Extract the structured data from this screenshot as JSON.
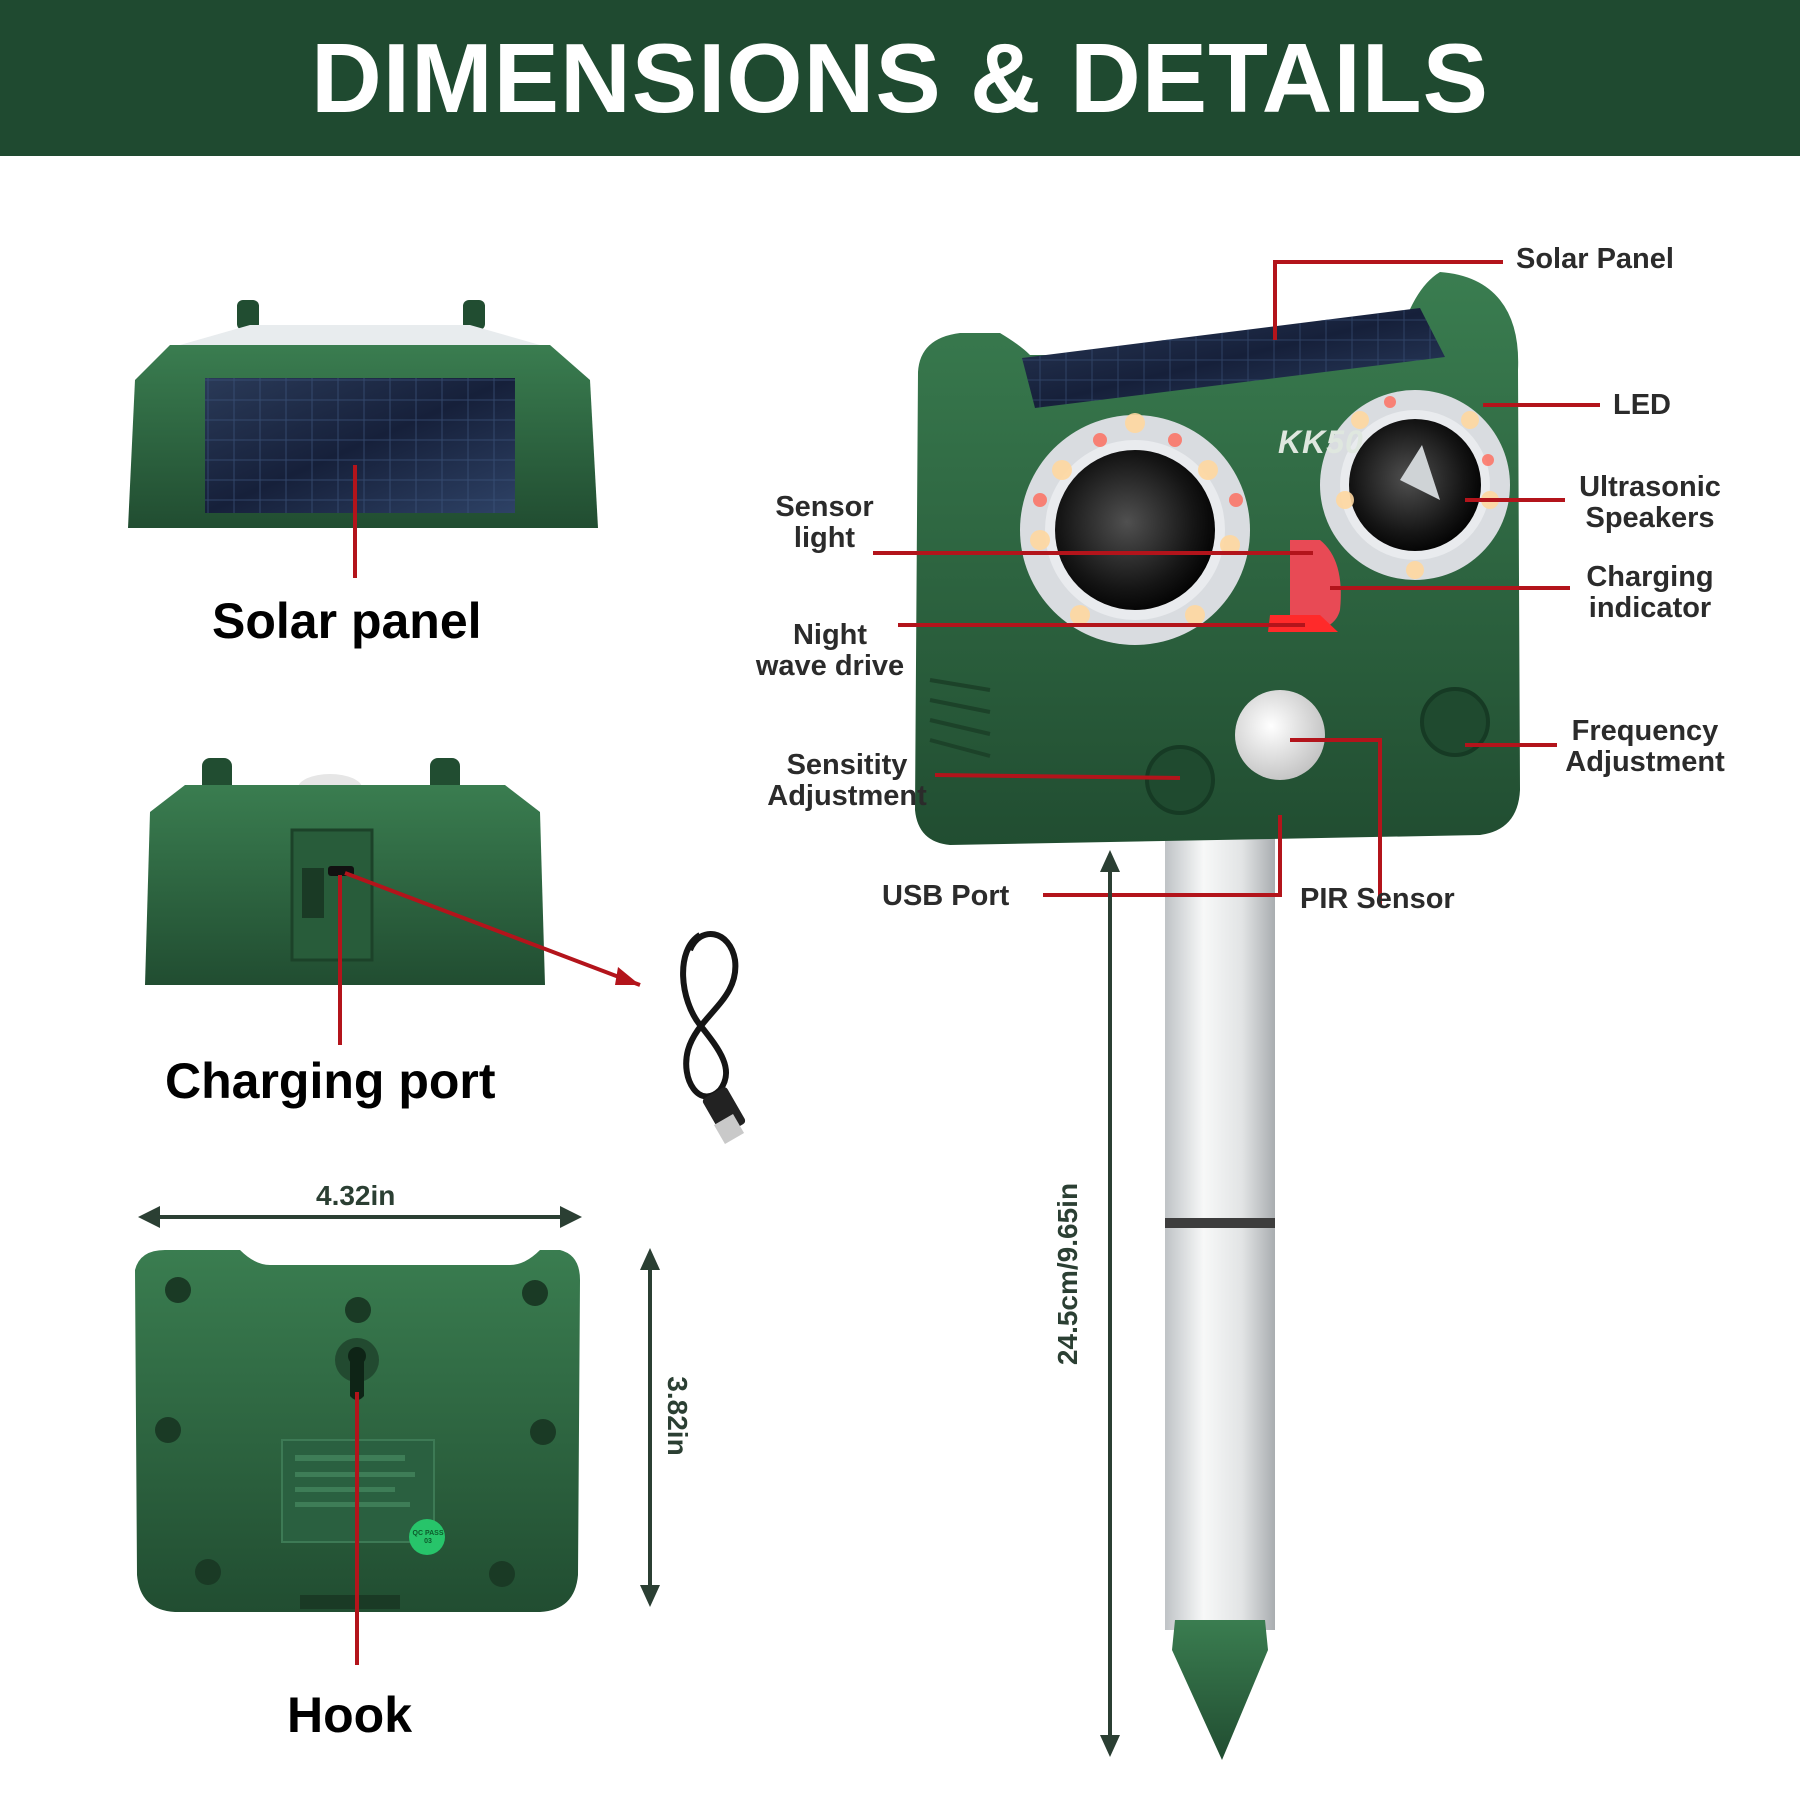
{
  "header": {
    "title": "DIMENSIONS & DETAILS"
  },
  "left_views": {
    "top_label": "Solar panel",
    "back_label": "Charging port",
    "bottom_label": "Hook",
    "width_dim": "4.32in",
    "height_dim": "3.82in",
    "sticker_badge": "QC PASS 03"
  },
  "main_view": {
    "brand": "KK50",
    "height_dim": "24.5cm/9.65in",
    "callouts": {
      "solar_panel": "Solar Panel",
      "led": "LED",
      "ultrasonic_line1": "Ultrasonic",
      "ultrasonic_line2": "Speakers",
      "charging_line1": "Charging",
      "charging_line2": "indicator",
      "frequency_line1": "Frequency",
      "frequency_line2": "Adjustment",
      "sensor_line1": "Sensor",
      "sensor_line2": "light",
      "night_line1": "Night",
      "night_line2": "wave drive",
      "sensitity_line1": "Sensitity",
      "sensitity_line2": "Adjustment",
      "usb_port": "USB Port",
      "pir_sensor": "PIR Sensor"
    }
  },
  "colors": {
    "header_bg": "#1f4a30",
    "device_green": "#2e6b43",
    "callout_red": "#b3141b",
    "dimension_green": "#2b3f33"
  }
}
